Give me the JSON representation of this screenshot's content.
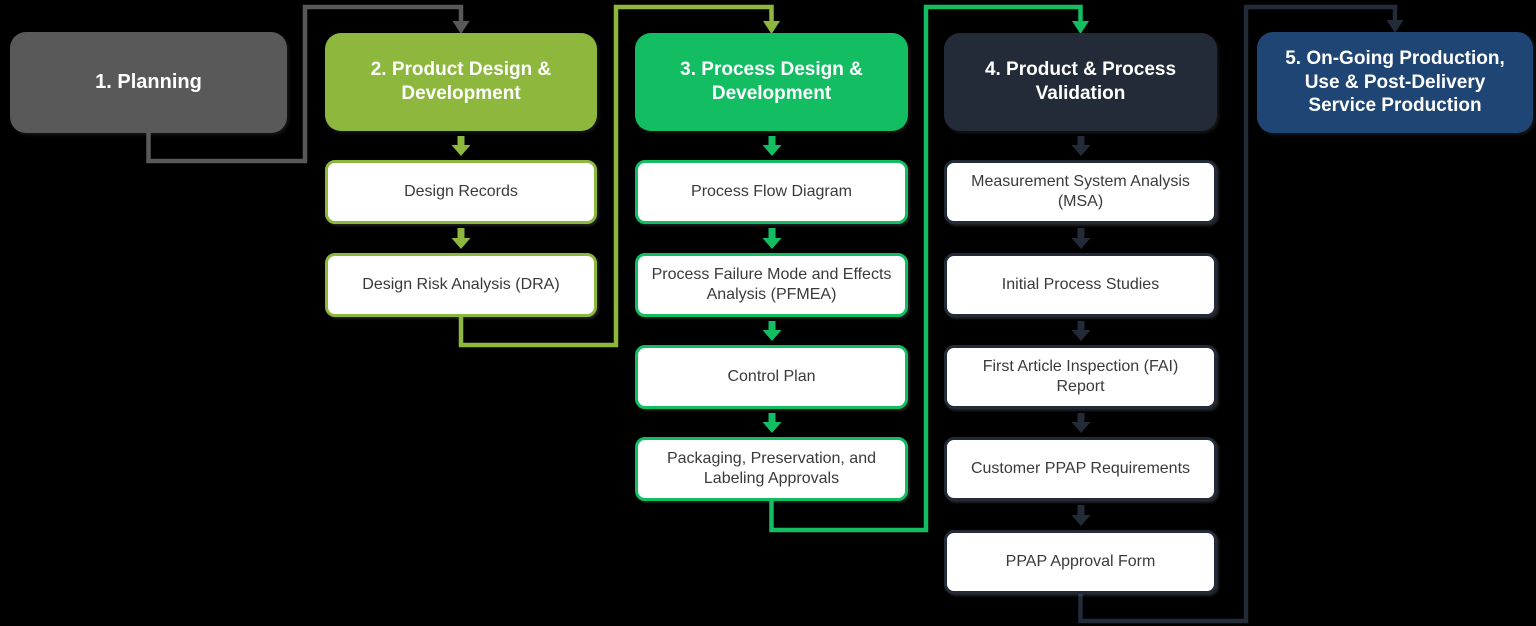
{
  "background_color": "#000000",
  "item_fill_color": "#FFFFFF",
  "item_text_color": "#3A3A3A",
  "phases": [
    {
      "label": "1. Planning",
      "color": "#595959",
      "text_color": "#FFFFFF",
      "items": []
    },
    {
      "label": "2. Product Design & Development",
      "color": "#8DB73D",
      "text_color": "#FFFFFF",
      "items": [
        "Design Records",
        "Design Risk Analysis (DRA)"
      ]
    },
    {
      "label": "3. Process Design & Development",
      "color": "#13BE63",
      "text_color": "#FFFFFF",
      "items": [
        "Process Flow Diagram",
        "Process Failure Mode and Effects Analysis (PFMEA)",
        "Control Plan",
        "Packaging, Preservation, and Labeling Approvals"
      ]
    },
    {
      "label": "4. Product & Process Validation",
      "color": "#232B38",
      "text_color": "#FFFFFF",
      "items": [
        "Measurement System Analysis (MSA)",
        "Initial Process Studies",
        "First Article Inspection (FAI) Report",
        "Customer PPAP Requirements",
        "PPAP Approval Form"
      ]
    },
    {
      "label": "5. On-Going Production, Use & Post-Delivery Service Production",
      "color": "#1E4573",
      "text_color": "#FFFFFF",
      "items": []
    }
  ]
}
